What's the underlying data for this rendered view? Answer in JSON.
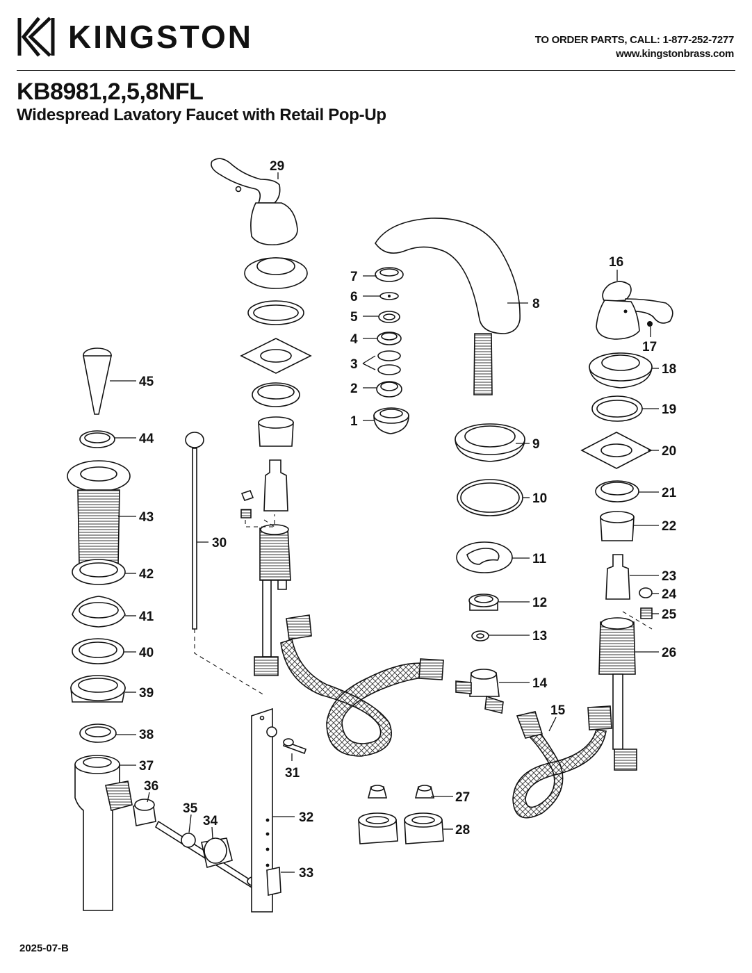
{
  "header": {
    "brand_name": "KINGSTON",
    "contact_line": "TO ORDER PARTS, CALL: 1-877-252-7277",
    "website": "www.kingstonbrass.com"
  },
  "title": {
    "model": "KB8981,2,5,8NFL",
    "description": "Widespread Lavatory Faucet with Retail Pop-Up"
  },
  "footer": {
    "revision": "2025-07-B"
  },
  "part_labels": [
    "1",
    "2",
    "3",
    "4",
    "5",
    "6",
    "7",
    "8",
    "9",
    "10",
    "11",
    "12",
    "13",
    "14",
    "15",
    "16",
    "17",
    "18",
    "19",
    "20",
    "21",
    "22",
    "23",
    "24",
    "25",
    "26",
    "27",
    "28",
    "29",
    "30",
    "31",
    "32",
    "33",
    "34",
    "35",
    "36",
    "37",
    "38",
    "39",
    "40",
    "41",
    "42",
    "43",
    "44",
    "45"
  ],
  "icons": {
    "logo": "kingston-k-mark-icon"
  }
}
